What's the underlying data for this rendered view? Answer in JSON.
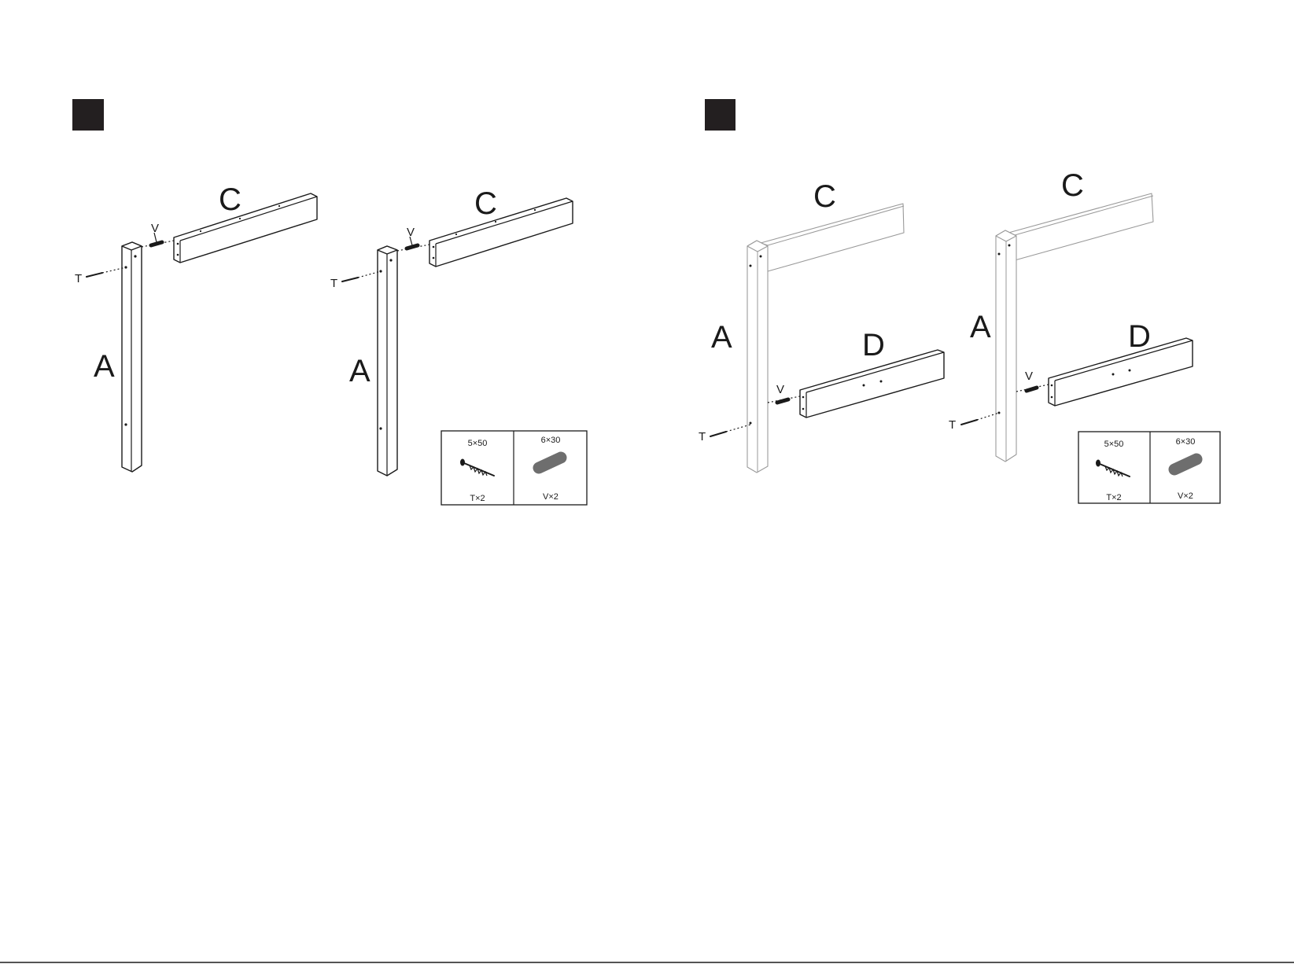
{
  "steps": [
    {
      "panels": [
        {
          "labels": {
            "post": "A",
            "rail": "C",
            "screw": "T",
            "dowel": "V"
          }
        },
        {
          "labels": {
            "post": "A",
            "rail": "C",
            "screw": "T",
            "dowel": "V"
          }
        }
      ],
      "hardware": [
        {
          "size": "5×50",
          "qty": "T×2",
          "icon": "screw-icon"
        },
        {
          "size": "6×30",
          "qty": "V×2",
          "icon": "dowel-icon"
        }
      ]
    },
    {
      "panels": [
        {
          "labels": {
            "post": "A",
            "top_rail": "C",
            "rail": "D",
            "screw": "T",
            "dowel": "V"
          }
        },
        {
          "labels": {
            "post": "A",
            "top_rail": "C",
            "rail": "D",
            "screw": "T",
            "dowel": "V"
          }
        }
      ],
      "hardware": [
        {
          "size": "5×50",
          "qty": "T×2",
          "icon": "screw-icon"
        },
        {
          "size": "6×30",
          "qty": "V×2",
          "icon": "dowel-icon"
        }
      ]
    }
  ],
  "colors": {
    "ink": "#1a1a1a",
    "faint": "#9a9a9a",
    "dowel_fill": "#6e6e6e",
    "step_box": "#231f20"
  }
}
